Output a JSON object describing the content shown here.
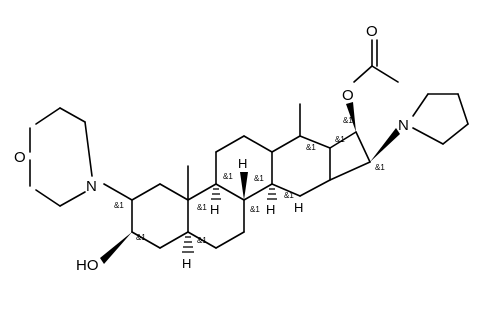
{
  "structure": {
    "atoms": {
      "O_morph": "O",
      "N_morph": "N",
      "N_pyrr": "N",
      "O_ester": "O",
      "O_carbonyl": "O",
      "OH": "HO"
    },
    "hydrogens": [
      "H",
      "H",
      "H",
      "H",
      "H"
    ],
    "stereo_tags": [
      "&1",
      "&1",
      "&1",
      "&1",
      "&1",
      "&1",
      "&1",
      "&1",
      "&1",
      "&1",
      "&1",
      "&1"
    ]
  }
}
